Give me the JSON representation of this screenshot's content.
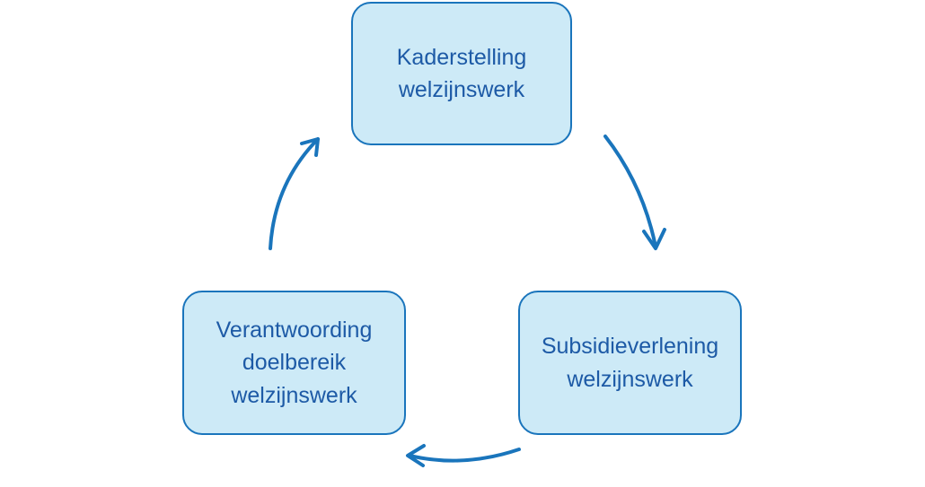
{
  "diagram": {
    "type": "cycle",
    "accent_color": "#1a75bc",
    "box_fill": "#cdeaf7",
    "text_color": "#1d5aa6",
    "nodes": [
      {
        "id": "kaderstelling",
        "lines": [
          "Kaderstelling",
          "welzijnswerk"
        ]
      },
      {
        "id": "subsidieverlening",
        "lines": [
          "Subsidieverlening",
          "welzijnswerk"
        ]
      },
      {
        "id": "verantwoording",
        "lines": [
          "Verantwoording",
          "doelbereik",
          "welzijnswerk"
        ]
      }
    ],
    "flow": [
      {
        "from": "kaderstelling",
        "to": "subsidieverlening"
      },
      {
        "from": "subsidieverlening",
        "to": "verantwoording"
      },
      {
        "from": "verantwoording",
        "to": "kaderstelling"
      }
    ]
  }
}
